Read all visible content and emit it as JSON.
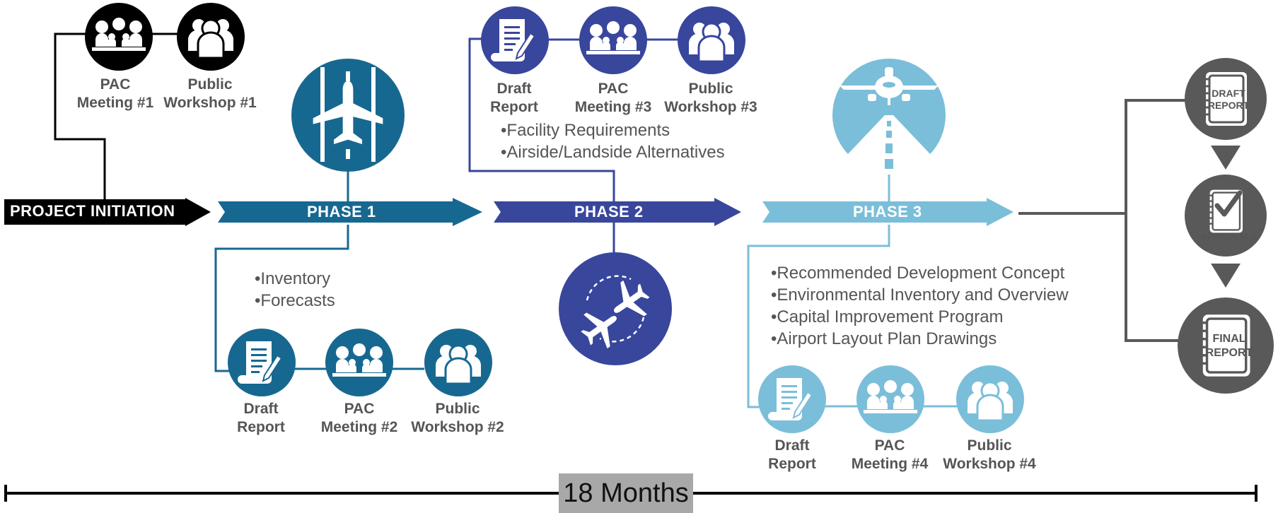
{
  "colors": {
    "black": "#000000",
    "phase1": "#176891",
    "phase2": "#38469c",
    "phase3": "#7bbed9",
    "gray": "#595959",
    "timeline": "#a8a8a8"
  },
  "initiation": {
    "label": "PROJECT INITIATION"
  },
  "start": {
    "pac": [
      "PAC",
      "Meeting #1"
    ],
    "workshop": [
      "Public",
      "Workshop #1"
    ]
  },
  "phase1": {
    "label": "PHASE 1",
    "icon": "runway-airplane-icon",
    "bullets": [
      "Inventory",
      "Forecasts"
    ],
    "draft": [
      "Draft",
      "Report"
    ],
    "pac": [
      "PAC",
      "Meeting #2"
    ],
    "workshop": [
      "Public",
      "Workshop #2"
    ]
  },
  "phase2": {
    "label": "PHASE 2",
    "icon": "circling-airplanes-icon",
    "bullets": [
      "Facility Requirements",
      "Airside/Landside Alternatives"
    ],
    "draft": [
      "Draft",
      "Report"
    ],
    "pac": [
      "PAC",
      "Meeting #3"
    ],
    "workshop": [
      "Public",
      "Workshop #3"
    ]
  },
  "phase3": {
    "label": "PHASE 3",
    "icon": "airplane-landing-icon",
    "bullets": [
      "Recommended Development Concept",
      "Environmental Inventory and Overview",
      "Capital Improvement Program",
      "Airport Layout Plan Drawings"
    ],
    "draft": [
      "Draft",
      "Report"
    ],
    "pac": [
      "PAC",
      "Meeting #4"
    ],
    "workshop": [
      "Public",
      "Workshop #4"
    ]
  },
  "final": {
    "draft": [
      "DRAFT",
      "REPORT"
    ],
    "approvals": "APPROVALS",
    "final": [
      "FINAL",
      "REPORT"
    ]
  },
  "timeline": {
    "label": "18 Months"
  }
}
